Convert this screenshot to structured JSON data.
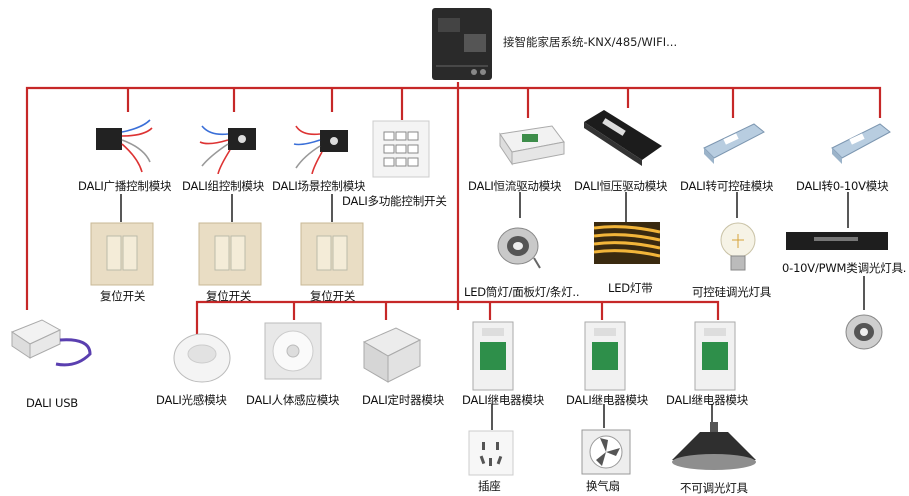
{
  "gateway": {
    "label": "接智能家居系统-KNX/485/WIFI..."
  },
  "devices": {
    "broadcast": "DALI广播控制模块",
    "group": "DALI组控制模块",
    "scene": "DALI场景控制模块",
    "multi_switch": "DALI多功能控制开关",
    "cc_driver": "DALI恒流驱动模块",
    "cv_driver": "DALI恒压驱动模块",
    "triac": "DALI转可控硅模块",
    "zero_ten": "DALI转0-10V模块"
  },
  "loads": {
    "reset1": "复位开关",
    "reset2": "复位开关",
    "reset3": "复位开关",
    "led_downlight": "LED筒灯/面板灯/条灯..",
    "led_strip": "LED灯带",
    "triac_lamp": "可控硅调光灯具",
    "pwm_lamp": "0-10V/PWM类调光灯具."
  },
  "bottom": {
    "usb": "DALI USB",
    "light_sensor": "DALI光感模块",
    "pir": "DALI人体感应模块",
    "timer": "DALI定时器模块",
    "relay1": "DALI继电器模块",
    "relay2": "DALI继电器模块",
    "relay3": "DALI继电器模块",
    "socket": "插座",
    "fan": "换气扇",
    "fixed_lamp": "不可调光灯具"
  },
  "colors": {
    "bus": "#c62828",
    "panel": "#e9ddc4",
    "device": "#f0f0f0"
  }
}
